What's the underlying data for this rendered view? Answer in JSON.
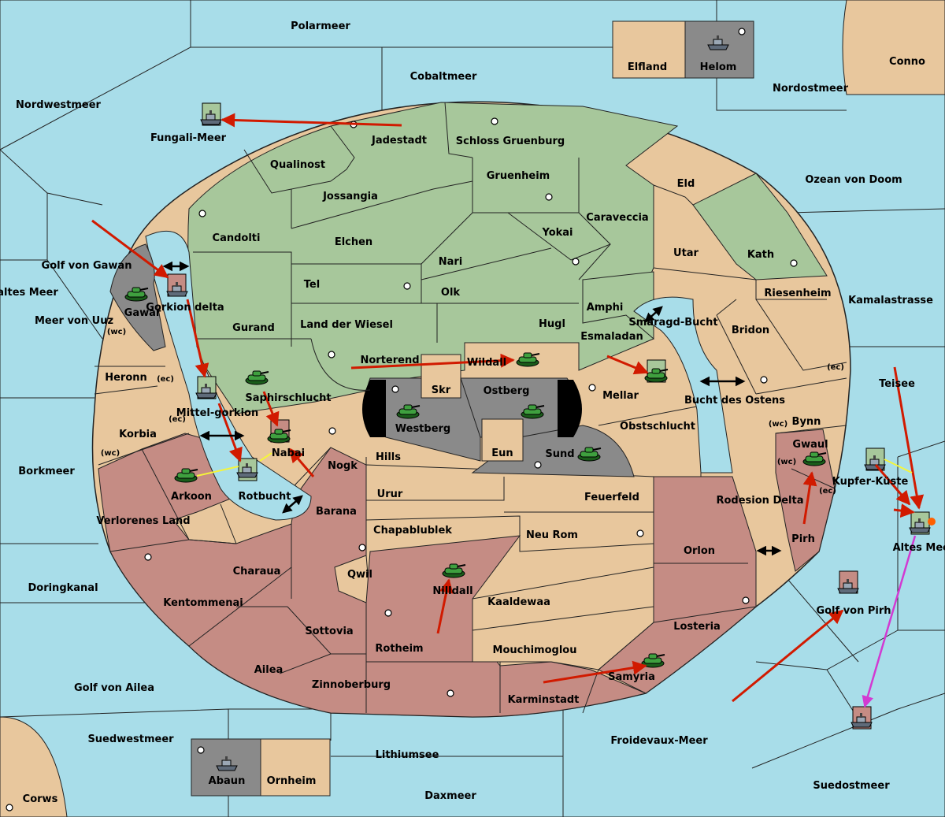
{
  "colors": {
    "sea": "#a8dde9",
    "neutral": "#e8c79d",
    "green": "#a7c79b",
    "red": "#c58c84",
    "gray": "#8a8a8a",
    "border": "#222222",
    "arrow_red": "#d11a00",
    "arrow_yellow": "#f5f53a",
    "arrow_magenta": "#d23ad2"
  },
  "seas": [
    "Polarmeer",
    "Cobaltmeer",
    "Nordostmeer",
    "Conno",
    "Nordwestmeer",
    "Fungali-Meer",
    "Ozean von Doom",
    "Kamalastrasse",
    "Teisee",
    "Golf von Gawan",
    "Kaltes Meer",
    "Meer von Uuz",
    "Borkmeer",
    "Doringkanal",
    "Golf von Ailea",
    "Suedwestmeer",
    "Corws",
    "Lithiumsee",
    "Daxmeer",
    "Froidevaux-Meer",
    "Suedostmeer",
    "Golf von Pirh",
    "Altes Meer",
    "Kupfer-Küste",
    "Bucht des Ostens",
    "Smaragd-Bucht",
    "Rotbucht",
    "Mittel-gorkion",
    "Gorkion delta",
    "Rodesion Delta"
  ],
  "provinces": [
    "Jadestadt",
    "Schloss Gruenburg",
    "Qualinost",
    "Jossangia",
    "Gruenheim",
    "Eld",
    "Candolti",
    "Elchen",
    "Caraveccia",
    "Yokai",
    "Utar",
    "Kath",
    "Nari",
    "Tel",
    "Olk",
    "Amphi",
    "Riesenheim",
    "Gurand",
    "Land der Wiesel",
    "Hugl",
    "Esmaladan",
    "Bridon",
    "Norterend",
    "Wildall",
    "Skr",
    "Ostberg",
    "Westberg",
    "Mellar",
    "Saphirschlucht",
    "Obstschlucht",
    "Bynn",
    "Gwaul",
    "Heronn",
    "Korbia",
    "Nabai",
    "Eun",
    "Sund",
    "Hills",
    "Nogk",
    "Arkoon",
    "Verlorenes Land",
    "Barana",
    "Urur",
    "Feuerfeld",
    "Pirh",
    "Chapablublek",
    "Neu Rom",
    "Orlon",
    "Charaua",
    "Qwil",
    "Kentommenai",
    "Nilldall",
    "Kaaldewaa",
    "Losteria",
    "Sottovia",
    "Rotheim",
    "Mouchimoglou",
    "Ailea",
    "Zinnoberburg",
    "Samyria",
    "Karminstadt",
    "Elfland",
    "Helom",
    "Gawar",
    "Abaun",
    "Ornheim"
  ],
  "coasts": {
    "wc": "(wc)",
    "ec": "(ec)"
  }
}
